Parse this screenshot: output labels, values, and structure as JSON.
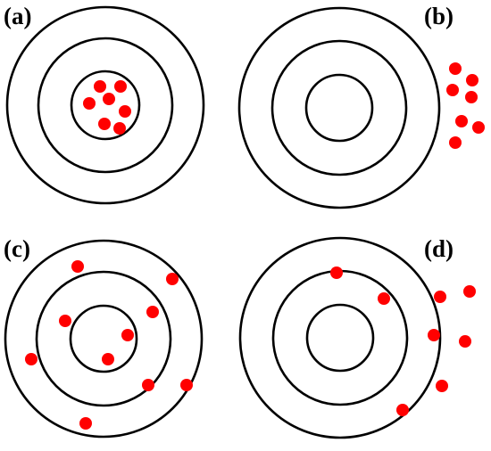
{
  "colors": {
    "ring": "#000000",
    "dot": "#ff0000",
    "background": "#ffffff"
  },
  "panels": [
    {
      "label": "(a)"
    },
    {
      "label": "(b)"
    },
    {
      "label": "(c)"
    },
    {
      "label": "(d)"
    }
  ]
}
